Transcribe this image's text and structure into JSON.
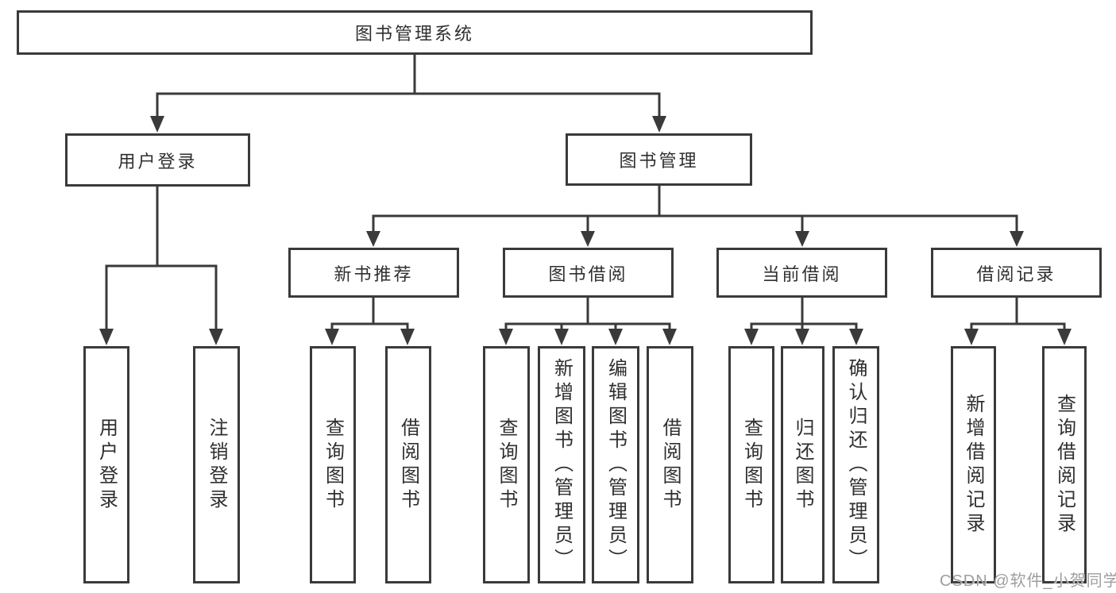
{
  "diagram": {
    "tree": {
      "root": {
        "label": "图书管理系统"
      },
      "branches": [
        {
          "label": "用户登录",
          "children": [
            {
              "label": "用户登录"
            },
            {
              "label": "注销登录"
            }
          ]
        },
        {
          "label": "图书管理",
          "children": [
            {
              "label": "新书推荐",
              "children": [
                {
                  "label": "查询图书"
                },
                {
                  "label": "借阅图书"
                }
              ]
            },
            {
              "label": "图书借阅",
              "children": [
                {
                  "label": "查询图书"
                },
                {
                  "label": "新增图书（管理员）"
                },
                {
                  "label": "编辑图书（管理员）"
                },
                {
                  "label": "借阅图书"
                }
              ]
            },
            {
              "label": "当前借阅",
              "children": [
                {
                  "label": "查询图书"
                },
                {
                  "label": "归还图书"
                },
                {
                  "label": "确认归还（管理员）"
                }
              ]
            },
            {
              "label": "借阅记录",
              "children": [
                {
                  "label": "新增借阅记录"
                },
                {
                  "label": "查询借阅记录"
                }
              ]
            }
          ]
        }
      ]
    },
    "colors": {
      "line": "#3a3a3a",
      "text": "#2f2f2f",
      "box_background": "#ffffff",
      "page_background": "#ffffff",
      "watermark": "#9e9e9e"
    }
  },
  "watermark": {
    "text": "CSDN @软件_小贺同学"
  }
}
